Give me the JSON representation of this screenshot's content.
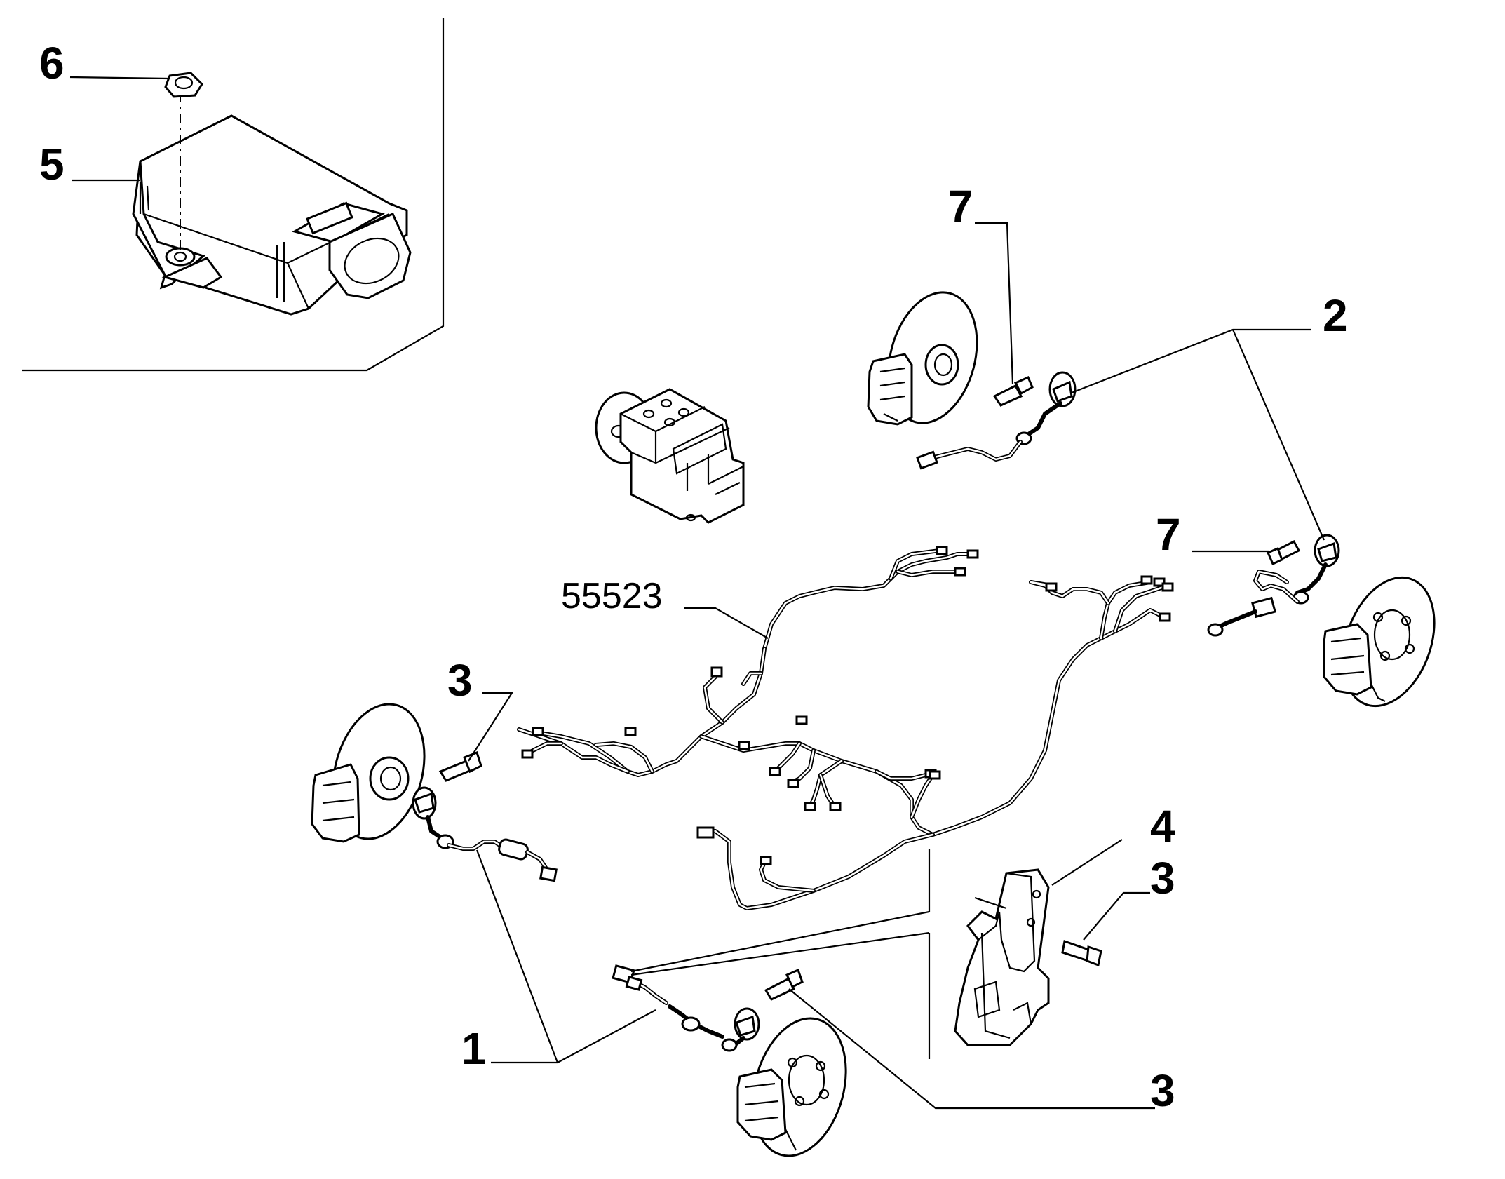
{
  "callouts": {
    "c6": "6",
    "c5": "5",
    "c7_top": "7",
    "c2": "2",
    "c7_right": "7",
    "c3_left": "3",
    "c4": "4",
    "c3_right": "3",
    "c1": "1",
    "c3_bottom": "3"
  },
  "harness_part_number": "55523"
}
